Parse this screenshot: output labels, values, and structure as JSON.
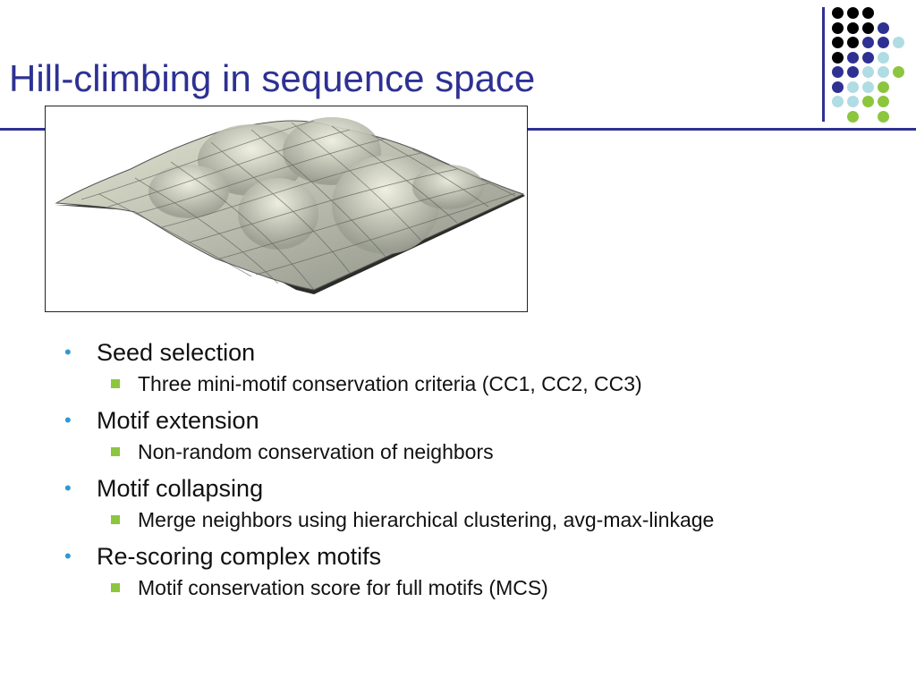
{
  "slide": {
    "title": "Hill-climbing in sequence space"
  },
  "decor": {
    "accent_color": "#2e3192",
    "bullet_color": "#2e9ad0",
    "sub_bullet_color": "#8cc63f",
    "dot_palette": [
      "#000000",
      "#2e3192",
      "#b0dce4",
      "#8cc63f"
    ]
  },
  "figure": {
    "description_icon": "landscape-surface-image"
  },
  "bullets": [
    {
      "text": "Seed selection",
      "sub": [
        "Three mini-motif conservation criteria (CC1, CC2, CC3)"
      ]
    },
    {
      "text": "Motif extension",
      "sub": [
        "Non-random conservation of neighbors"
      ]
    },
    {
      "text": "Motif collapsing",
      "sub": [
        "Merge neighbors using hierarchical clustering, avg-max-linkage"
      ]
    },
    {
      "text": "Re-scoring complex motifs",
      "sub": [
        "Motif conservation score for full motifs (MCS)"
      ]
    }
  ]
}
